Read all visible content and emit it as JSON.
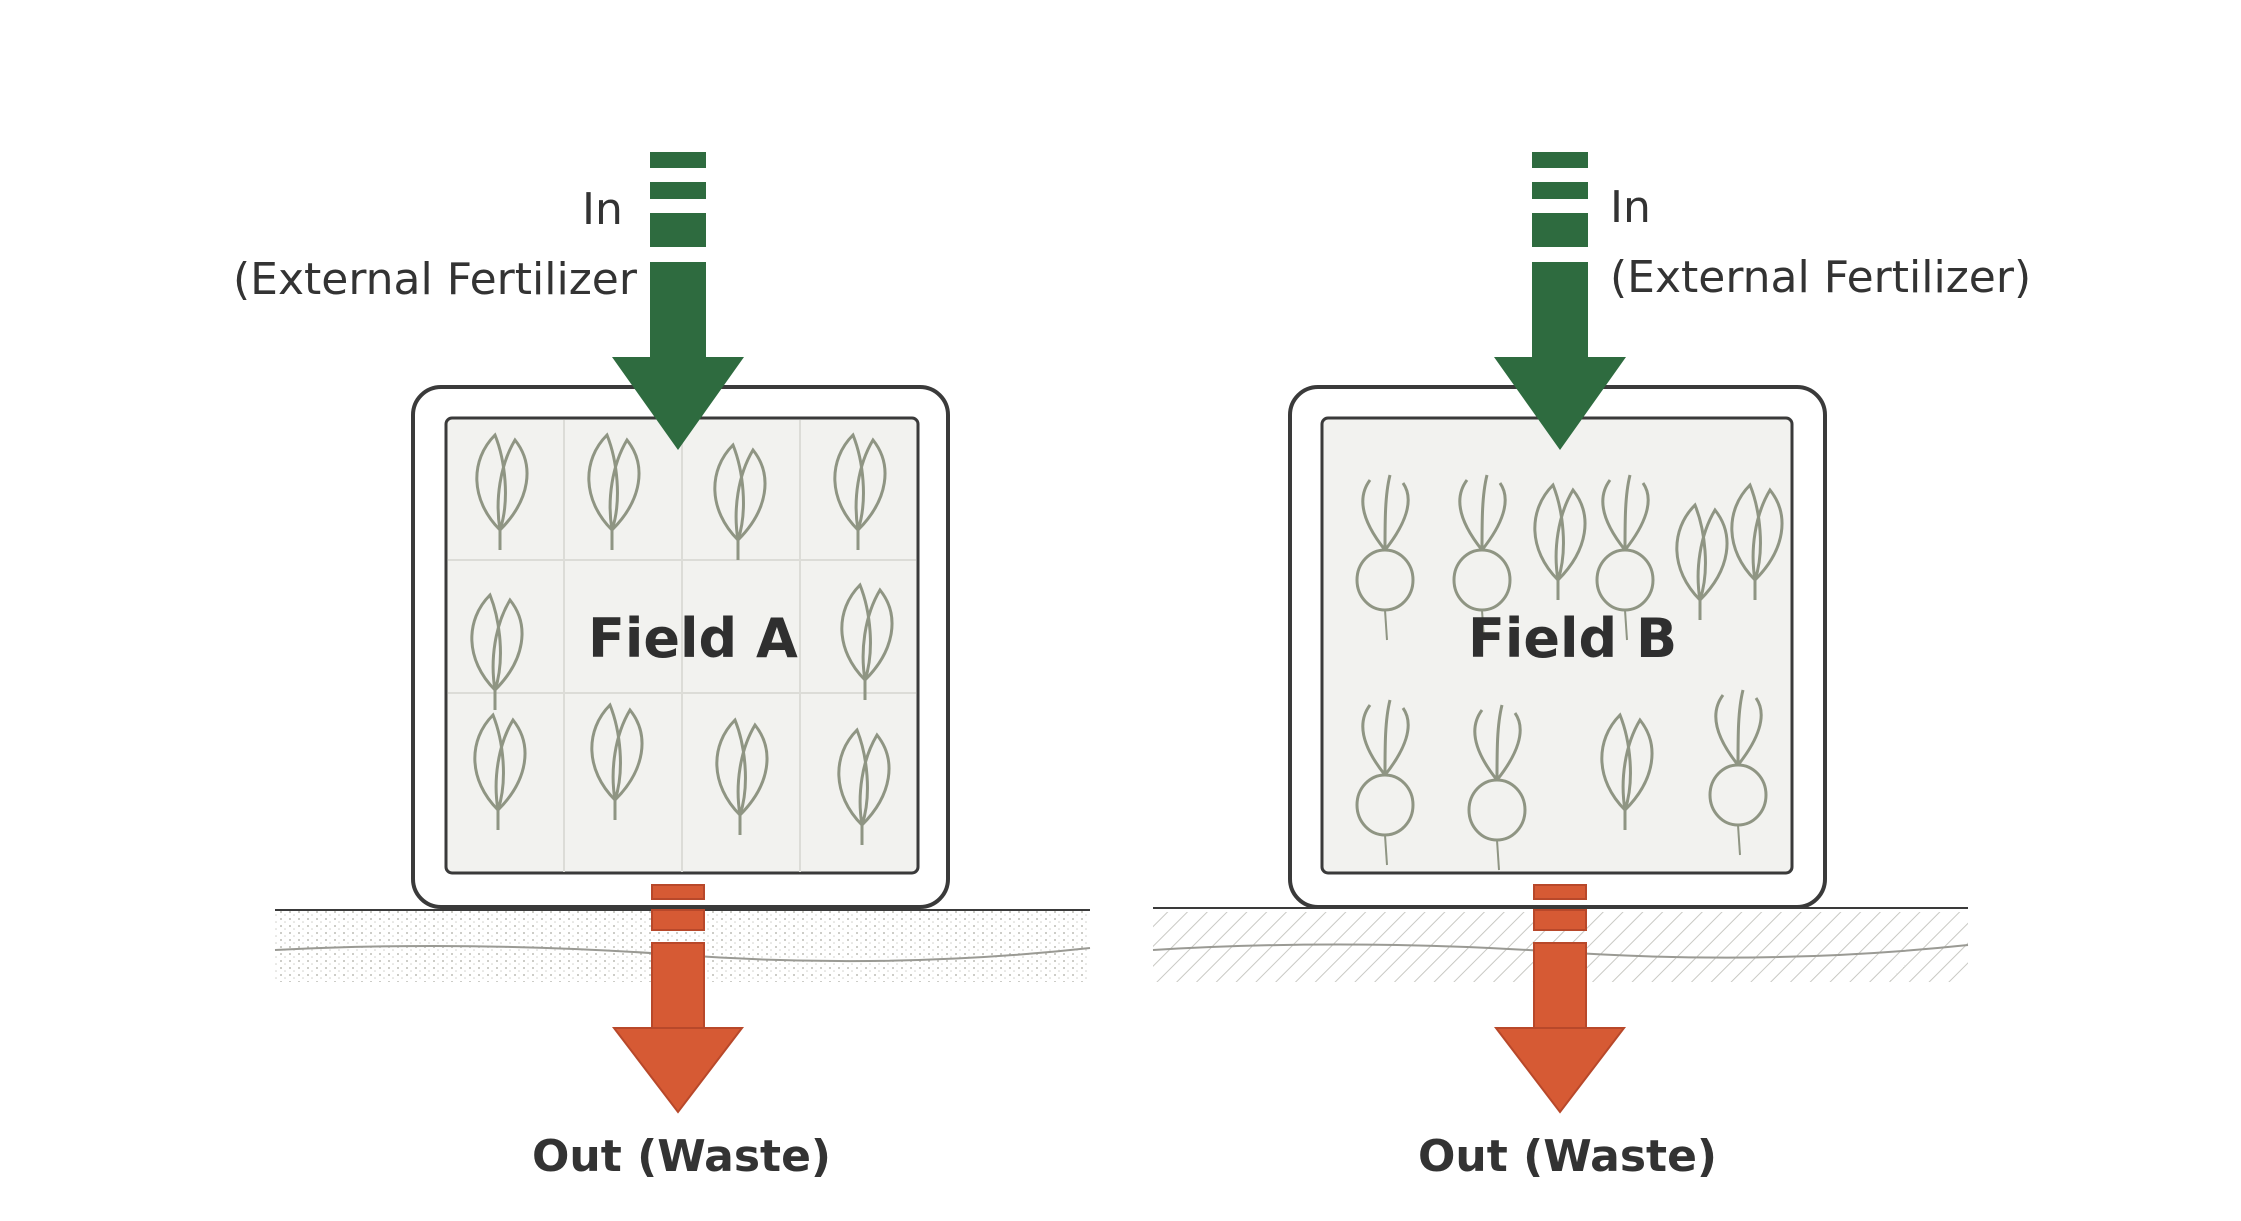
{
  "panels": [
    {
      "in_label": "In",
      "fertilizer_label": "(External Fertilizer",
      "field_label": "Field A",
      "out_label": "Out (Waste)"
    },
    {
      "in_label": "In",
      "fertilizer_label": "(External Fertilizer)",
      "field_label": "Field B",
      "out_label": "Out (Waste)"
    }
  ],
  "colors": {
    "input_arrow": "#2e6b3f",
    "output_arrow": "#d65a34",
    "field_border": "#3a3a3a",
    "field_fill": "#f2f2ef",
    "plant_stroke": "#8f9583",
    "soil": "#e6e6e2"
  }
}
